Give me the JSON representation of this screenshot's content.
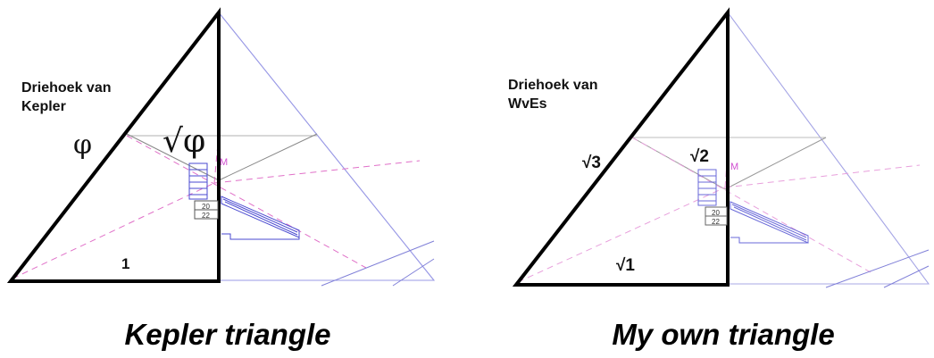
{
  "left_panel": {
    "title_line1": "Driehoek van",
    "title_line2": "Kepler",
    "hypotenuse_label": "φ",
    "height_label": "√φ",
    "base_label": "1",
    "point_label": "M",
    "dim_upper": "20",
    "dim_lower": "22",
    "caption": "Kepler triangle"
  },
  "right_panel": {
    "title_line1": "Driehoek van",
    "title_line2": "WvEs",
    "hypotenuse_label": "√3",
    "height_label": "√2",
    "base_label": "√1",
    "point_label": "M",
    "dim_upper": "20",
    "dim_lower": "22",
    "caption": "My own triangle"
  },
  "colors": {
    "triangle_stroke": "#000000",
    "pyramid_line": "#8f8fe0",
    "dashed_line": "#e070c8",
    "chamber": "#4a4ad0"
  }
}
